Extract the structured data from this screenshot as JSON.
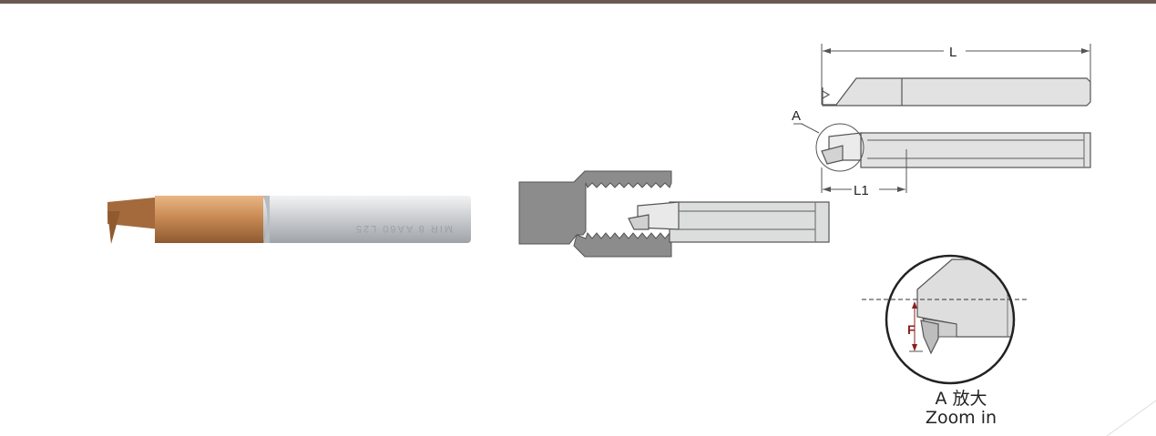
{
  "colors": {
    "copper": "#c98a55",
    "shank": "#d9dbdd",
    "workpiece": "#8c8c8c",
    "outline": "#555555",
    "dim_red": "#8b1f1f",
    "header_bar": "#6d5850"
  },
  "tool_photo": {
    "engraving": "MIR 8 AA60 L25"
  },
  "dimensions": {
    "overall_length": "L",
    "flute_length": "L1",
    "detail_ref": "A",
    "depth": "F"
  },
  "caption": {
    "line1": "A 放大",
    "line2": "Zoom in"
  }
}
